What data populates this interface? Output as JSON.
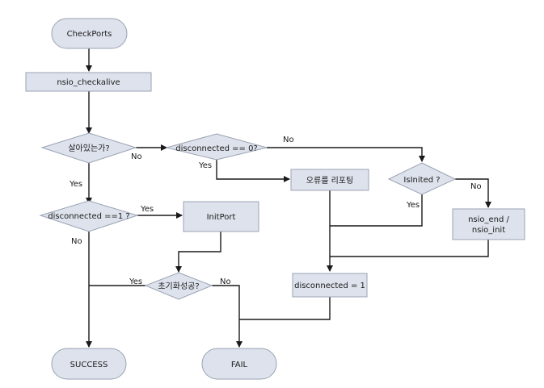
{
  "colors": {
    "terminal_fill": "#dde2ec",
    "process_fill": "#dde2ec",
    "decision_fill": "#dde2ec",
    "line": "#1a1a1a"
  },
  "nodes": {
    "checkports": "CheckPorts",
    "nsio_checkalive": "nsio_checkalive",
    "alive_question": "살아있는가?",
    "disconnected_eq0": "disconnected == 0?",
    "isinited": "IsInited ?",
    "report_error": "오류를 리포팅",
    "disconnected_eq1_q": "disconnected ==1 ?",
    "initport": "InitPort",
    "init_success_q": "초기화성공?",
    "nsio_end_init_line1": "nsio_end /",
    "nsio_end_init_line2": "nsio_init",
    "set_disconnected": "disconnected = 1",
    "success": "SUCCESS",
    "fail": "FAIL"
  },
  "edges": {
    "alive_no": "No",
    "alive_yes": "Yes",
    "disc0_no": "No",
    "disc0_yes": "Yes",
    "isinited_no": "No",
    "isinited_yes": "Yes",
    "disc1_yes": "Yes",
    "disc1_no": "No",
    "init_yes": "Yes",
    "init_no": "No"
  }
}
